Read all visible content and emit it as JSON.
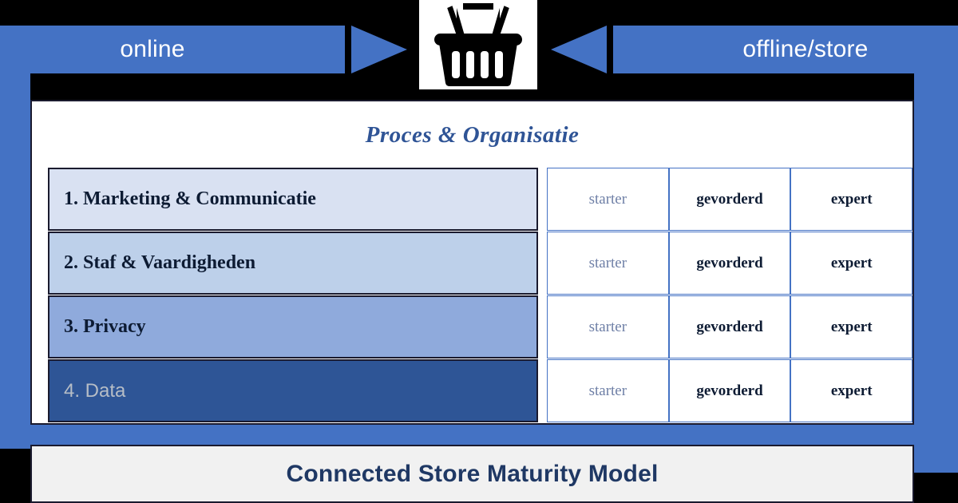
{
  "diagram": {
    "title": "Connected Store Maturity Model",
    "center_icon": "shopping-basket-icon",
    "channels": {
      "left": {
        "label": "online",
        "arrow": "arrow-right-icon"
      },
      "right": {
        "label": "offline/store",
        "arrow": "arrow-left-icon"
      }
    },
    "panel": {
      "heading": "Proces & Organisatie",
      "levels": [
        "starter",
        "gevorderd",
        "expert"
      ],
      "rows": [
        {
          "label": "1. Marketing & Communicatie",
          "levels": [
            "starter",
            "gevorderd",
            "expert"
          ]
        },
        {
          "label": "2. Staf & Vaardigheden",
          "levels": [
            "starter",
            "gevorderd",
            "expert"
          ]
        },
        {
          "label": "3. Privacy",
          "levels": [
            "starter",
            "gevorderd",
            "expert"
          ]
        },
        {
          "label": "4. Data",
          "levels": [
            "starter",
            "gevorderd",
            "expert"
          ]
        }
      ]
    },
    "colors": {
      "accent_blue": "#4472C4",
      "heading_blue": "#2F5496",
      "footer_navy": "#1F3864",
      "row1": "#D9E1F2",
      "row2": "#BDD0EA",
      "row3": "#8FAADC",
      "row4": "#2E5596",
      "row4_text": "#B6BDC6",
      "starter_text": "#6E7FA6",
      "footer_bg": "#F1F1F1",
      "background": "#000000"
    }
  }
}
